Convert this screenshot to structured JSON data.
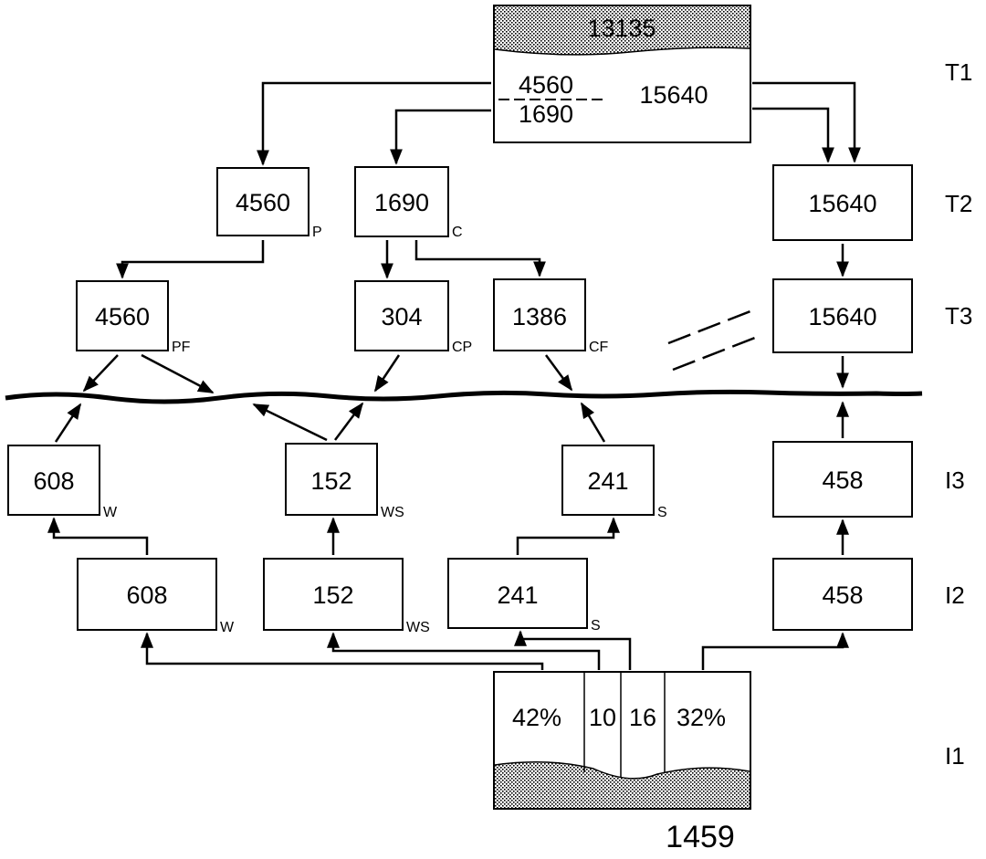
{
  "levels": {
    "t1": "T1",
    "t2": "T2",
    "t3": "T3",
    "i3": "I3",
    "i2": "I2",
    "i1": "I1"
  },
  "t1": {
    "top": "13135",
    "frac_num": "4560",
    "frac_den": "1690",
    "main": "15640"
  },
  "t2": {
    "p": {
      "value": "4560",
      "sub": "P"
    },
    "c": {
      "value": "1690",
      "sub": "C"
    },
    "r": {
      "value": "15640"
    }
  },
  "t3": {
    "pf": {
      "value": "4560",
      "sub": "PF"
    },
    "cp": {
      "value": "304",
      "sub": "CP"
    },
    "cf": {
      "value": "1386",
      "sub": "CF"
    },
    "r": {
      "value": "15640"
    }
  },
  "i3": {
    "w": {
      "value": "608",
      "sub": "W"
    },
    "ws": {
      "value": "152",
      "sub": "WS"
    },
    "s": {
      "value": "241",
      "sub": "S"
    },
    "r": {
      "value": "458"
    }
  },
  "i2": {
    "w": {
      "value": "608",
      "sub": "W"
    },
    "ws": {
      "value": "152",
      "sub": "WS"
    },
    "s": {
      "value": "241",
      "sub": "S"
    },
    "r": {
      "value": "458"
    }
  },
  "i1": {
    "p1": "42%",
    "p2": "10",
    "p3": "16",
    "p4": "32%",
    "total": "1459"
  }
}
